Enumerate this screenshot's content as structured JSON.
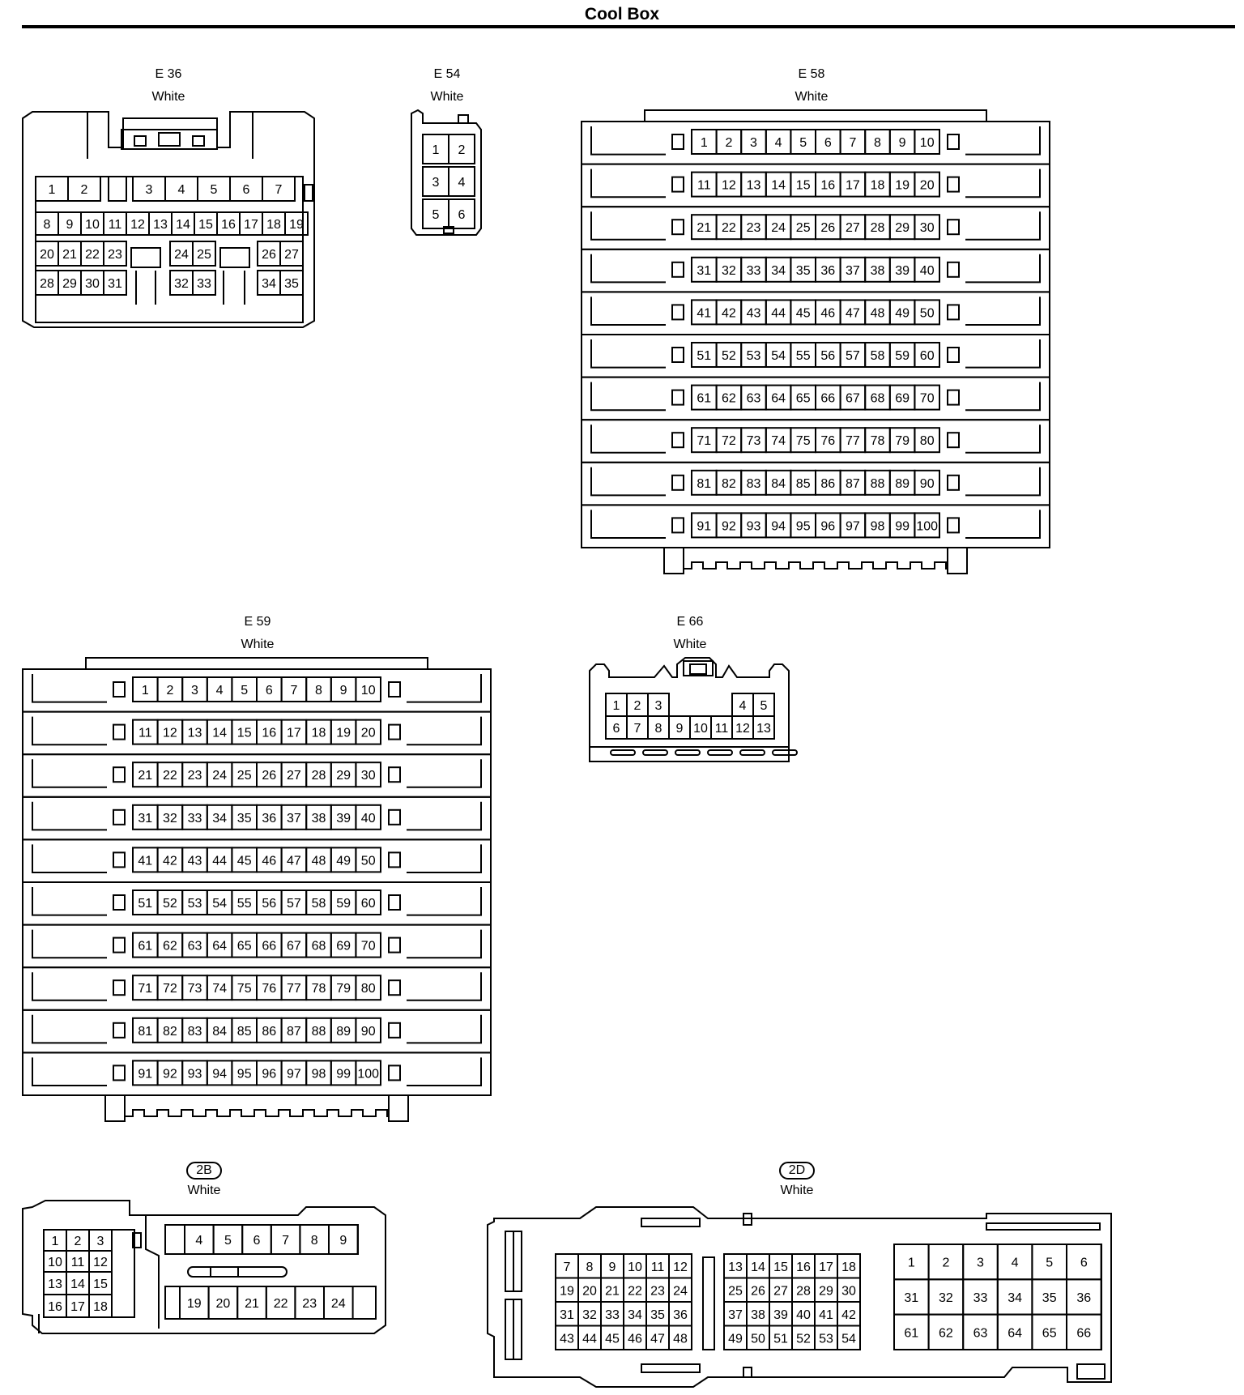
{
  "page_title": "Cool Box",
  "connectors": [
    {
      "code": "E 36",
      "color": "White"
    },
    {
      "code": "E 54",
      "color": "White"
    },
    {
      "code": "E 58",
      "color": "White"
    },
    {
      "code": "E 59",
      "color": "White"
    },
    {
      "code": "E 66",
      "color": "White"
    },
    {
      "code": "2B",
      "color": "White",
      "code_boxed": true
    },
    {
      "code": "2D",
      "color": "White",
      "code_boxed": true
    }
  ]
}
